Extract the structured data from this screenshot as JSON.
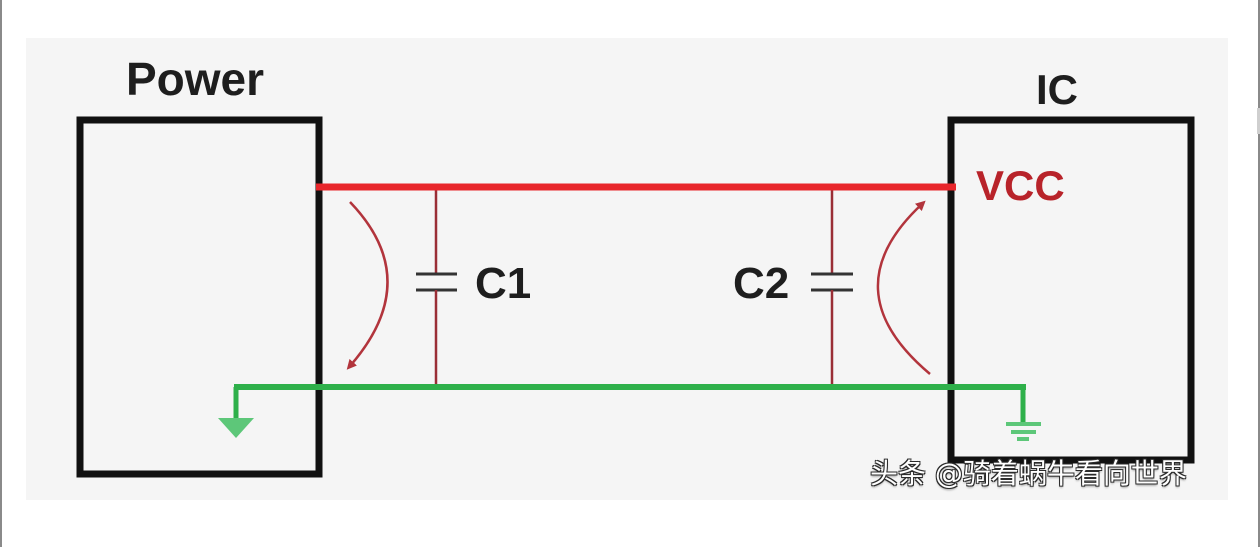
{
  "diagram": {
    "power_label": "Power",
    "ic_label": "IC",
    "vcc_label": "VCC",
    "c1_label": "C1",
    "c2_label": "C2"
  },
  "colors": {
    "vcc_rail": "#e8262b",
    "ground_rail": "#2eb04a",
    "ground_symbol": "#5dc779",
    "capacitor_leads": "#9a2e36",
    "current_arrow": "#b2343c",
    "box_stroke": "#111111"
  },
  "watermark": {
    "text": "头条 @骑着蜗牛看向世界"
  }
}
